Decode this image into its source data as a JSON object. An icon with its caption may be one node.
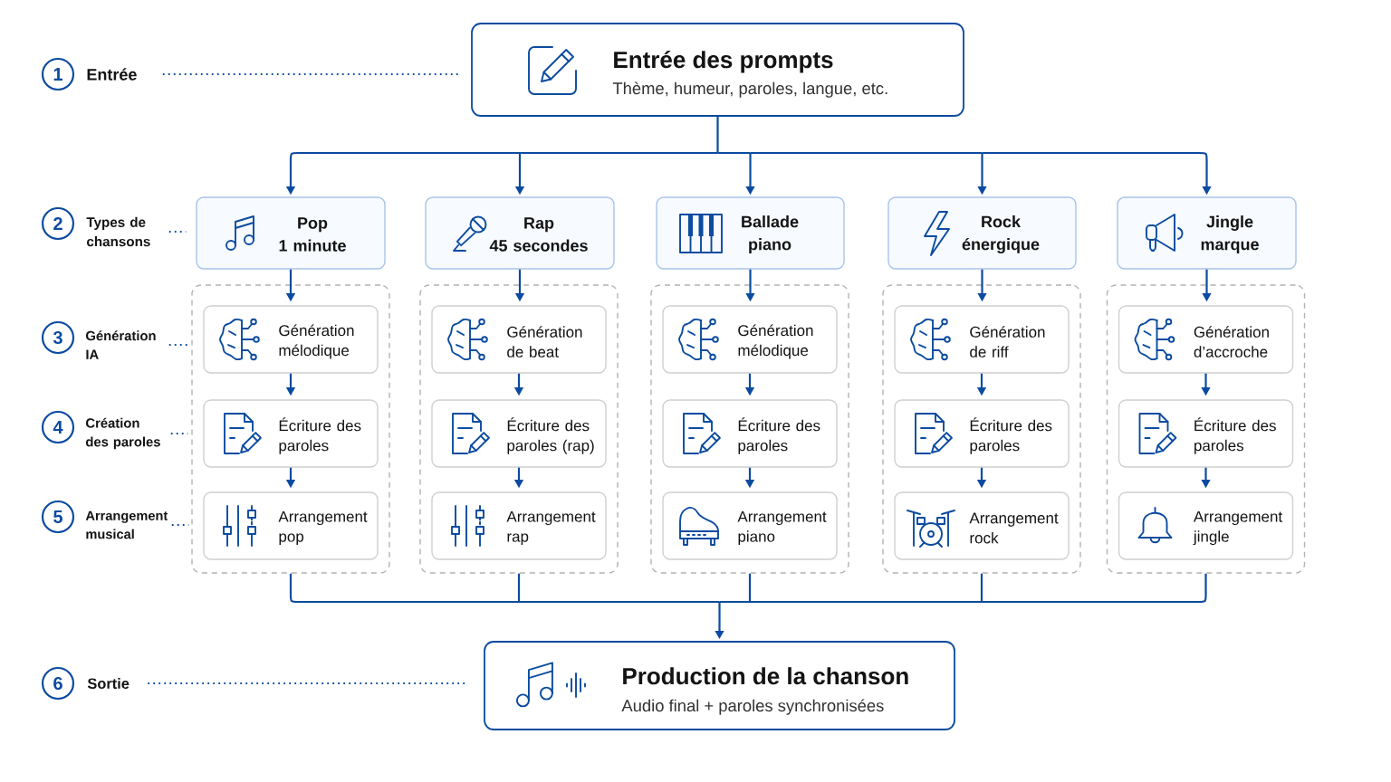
{
  "diagram": {
    "nodes": [
      {
        "text": [
          "1"
        ]
      },
      {
        "text": [
          "Entrée"
        ]
      },
      {
        "text": [
          "Entrée des prompts",
          "Thème, humeur, paroles, langue, etc."
        ]
      },
      {
        "text": [
          "2"
        ]
      },
      {
        "text": [
          "Types de chansons"
        ]
      },
      {
        "text": [
          "Pop 1 minute"
        ]
      },
      {
        "text": [
          "Rap 45 secondes"
        ]
      },
      {
        "text": [
          "Ballade piano"
        ]
      },
      {
        "text": [
          "Rock énergique"
        ]
      },
      {
        "text": [
          "Jingle marque"
        ]
      },
      {
        "text": [
          "3"
        ]
      },
      {
        "text": [
          "Génération IA"
        ]
      },
      {
        "text": [
          "4"
        ]
      },
      {
        "text": [
          "Création des paroles"
        ]
      },
      {
        "text": [
          "5"
        ]
      },
      {
        "text": [
          "Arrangement musical"
        ]
      },
      {
        "text": [],
        "shape": "box"
      },
      {
        "text": [
          "Génération mélodique"
        ],
        "in": 16
      },
      {
        "text": [
          "Écriture des paroles"
        ],
        "in": 16
      },
      {
        "text": [
          "Arrangement pop"
        ],
        "in": 16
      },
      {
        "text": [],
        "shape": "box"
      },
      {
        "text": [
          "Génération de beat"
        ],
        "in": 20
      },
      {
        "text": [
          "Écriture des paroles (rap)"
        ],
        "in": 20
      },
      {
        "text": [
          "Arrangement rap"
        ],
        "in": 20
      },
      {
        "text": [],
        "shape": "box"
      },
      {
        "text": [
          "Génération mélodique"
        ],
        "in": 24
      },
      {
        "text": [
          "Écriture des paroles"
        ],
        "in": 24
      },
      {
        "text": [
          "Arrangement piano"
        ],
        "in": 24
      },
      {
        "text": [],
        "shape": "box"
      },
      {
        "text": [
          "Génération de riff"
        ],
        "in": 28
      },
      {
        "text": [
          "Écriture des paroles"
        ],
        "in": 28
      },
      {
        "text": [
          "Arrangement rock"
        ],
        "in": 28
      },
      {
        "text": [],
        "shape": "box"
      },
      {
        "text": [
          "Génération d’accroche"
        ],
        "in": 32
      },
      {
        "text": [
          "Écriture des paroles"
        ],
        "in": 32
      },
      {
        "text": [
          "Arrangement jingle"
        ],
        "in": 32
      },
      {
        "text": [
          "6"
        ]
      },
      {
        "text": [
          "Sortie"
        ]
      },
      {
        "text": [
          "Production de la chanson",
          "Audio final + paroles synchronisées"
        ]
      }
    ],
    "edges": [
      {
        "from": 1,
        "to": 2,
        "arrow": "none",
        "style": "dashed"
      },
      {
        "from": 2,
        "to": 5,
        "arrow": "to"
      },
      {
        "from": 2,
        "to": 6,
        "arrow": "to"
      },
      {
        "from": 2,
        "to": 7,
        "arrow": "to"
      },
      {
        "from": 2,
        "to": 8,
        "arrow": "to"
      },
      {
        "from": 2,
        "to": 9,
        "arrow": "to"
      },
      {
        "from": 4,
        "to": 5,
        "arrow": "none",
        "style": "dashed"
      },
      {
        "from": 11,
        "to": 16,
        "arrow": "none",
        "style": "dashed"
      },
      {
        "from": 13,
        "to": 16,
        "arrow": "none",
        "style": "dashed"
      },
      {
        "from": 15,
        "to": 16,
        "arrow": "none",
        "style": "dashed"
      },
      {
        "from": 5,
        "to": 17,
        "arrow": "to"
      },
      {
        "from": 17,
        "to": 18,
        "arrow": "to"
      },
      {
        "from": 18,
        "to": 19,
        "arrow": "to"
      },
      {
        "from": 6,
        "to": 21,
        "arrow": "to"
      },
      {
        "from": 21,
        "to": 22,
        "arrow": "to"
      },
      {
        "from": 22,
        "to": 23,
        "arrow": "to"
      },
      {
        "from": 7,
        "to": 25,
        "arrow": "to"
      },
      {
        "from": 25,
        "to": 26,
        "arrow": "to"
      },
      {
        "from": 26,
        "to": 27,
        "arrow": "to"
      },
      {
        "from": 8,
        "to": 29,
        "arrow": "to"
      },
      {
        "from": 29,
        "to": 30,
        "arrow": "to"
      },
      {
        "from": 30,
        "to": 31,
        "arrow": "to"
      },
      {
        "from": 9,
        "to": 33,
        "arrow": "to"
      },
      {
        "from": 33,
        "to": 34,
        "arrow": "to"
      },
      {
        "from": 34,
        "to": 35,
        "arrow": "to"
      },
      {
        "from": 16,
        "to": 38,
        "arrow": "to"
      },
      {
        "from": 20,
        "to": 38,
        "arrow": "to"
      },
      {
        "from": 24,
        "to": 38,
        "arrow": "to"
      },
      {
        "from": 28,
        "to": 38,
        "arrow": "to"
      },
      {
        "from": 32,
        "to": 38,
        "arrow": "to"
      },
      {
        "from": 37,
        "to": 38,
        "arrow": "none",
        "style": "dashed"
      }
    ]
  }
}
